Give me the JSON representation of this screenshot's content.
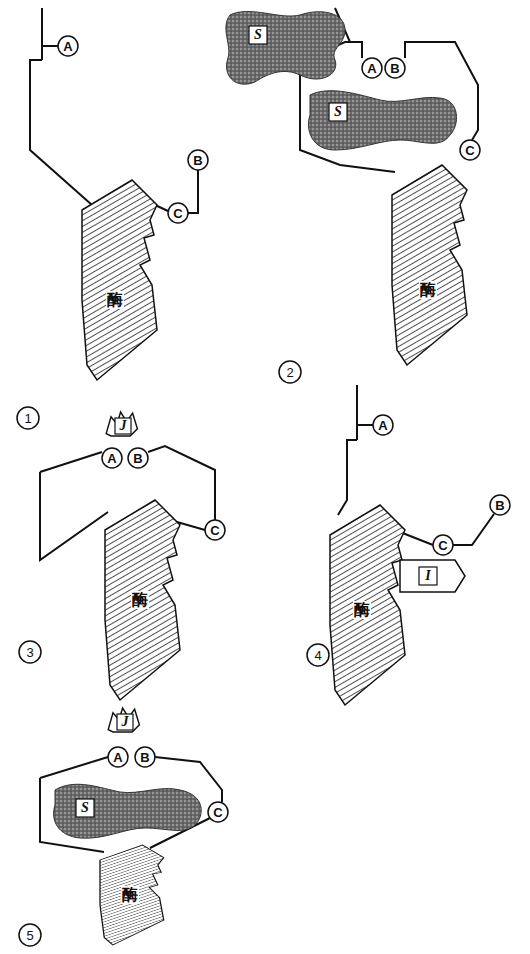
{
  "diagram": {
    "labels": [
      "A",
      "S",
      "酶",
      "B",
      "C",
      "1",
      "A",
      "B",
      "S",
      "C",
      "酶",
      "2",
      "J",
      "A",
      "B",
      "C",
      "酶",
      "3",
      "A",
      "B",
      "C",
      "酶",
      "I",
      "4",
      "J",
      "A",
      "B",
      "S",
      "C",
      "酶",
      "5"
    ]
  }
}
